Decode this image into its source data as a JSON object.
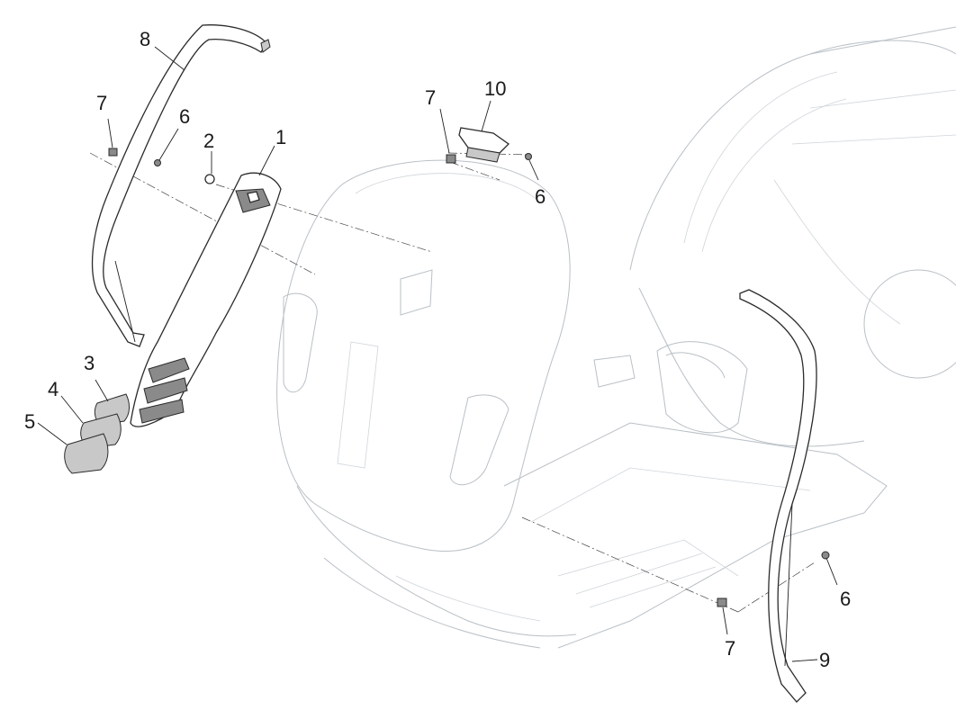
{
  "callouts": {
    "c1": "1",
    "c2": "2",
    "c3": "3",
    "c4": "4",
    "c5": "5",
    "c6a": "6",
    "c6b": "6",
    "c6c": "6",
    "c7a": "7",
    "c7b": "7",
    "c7c": "7",
    "c8": "8",
    "c9": "9",
    "c10": "10"
  }
}
